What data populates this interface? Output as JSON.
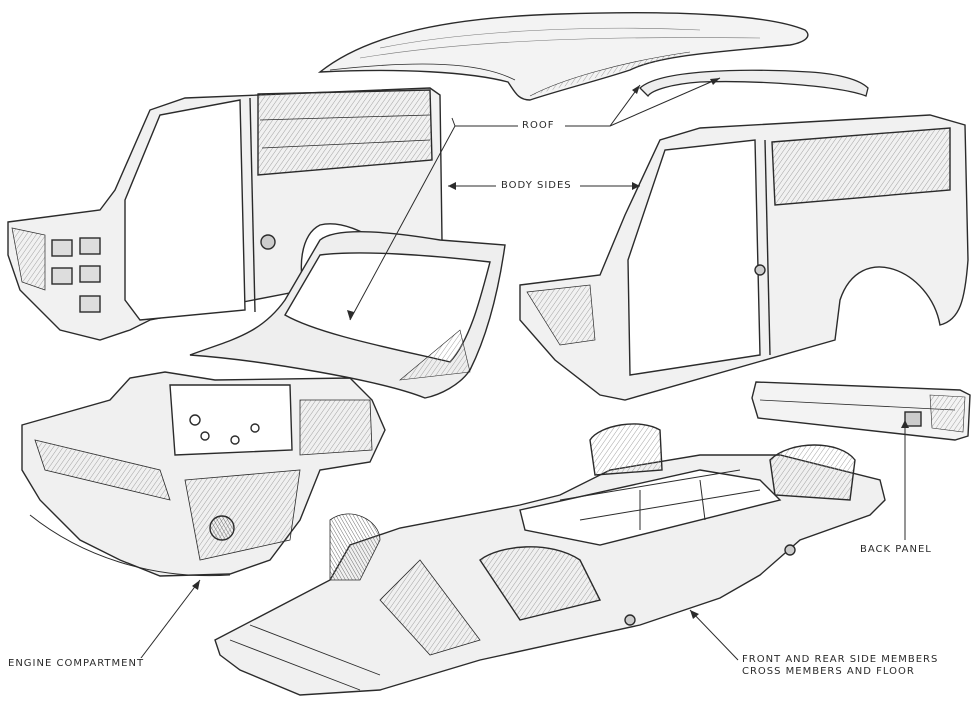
{
  "labels": {
    "roof": "ROOF",
    "body_sides": "BODY SIDES",
    "back_panel": "BACK PANEL",
    "engine_compartment": "ENGINE COMPARTMENT",
    "floor_line1": "FRONT AND REAR SIDE MEMBERS",
    "floor_line2": "CROSS MEMBERS AND FLOOR"
  },
  "colors": {
    "ink": "#2b2b2b",
    "shade": "#c9c9c9",
    "paper": "#ffffff"
  }
}
